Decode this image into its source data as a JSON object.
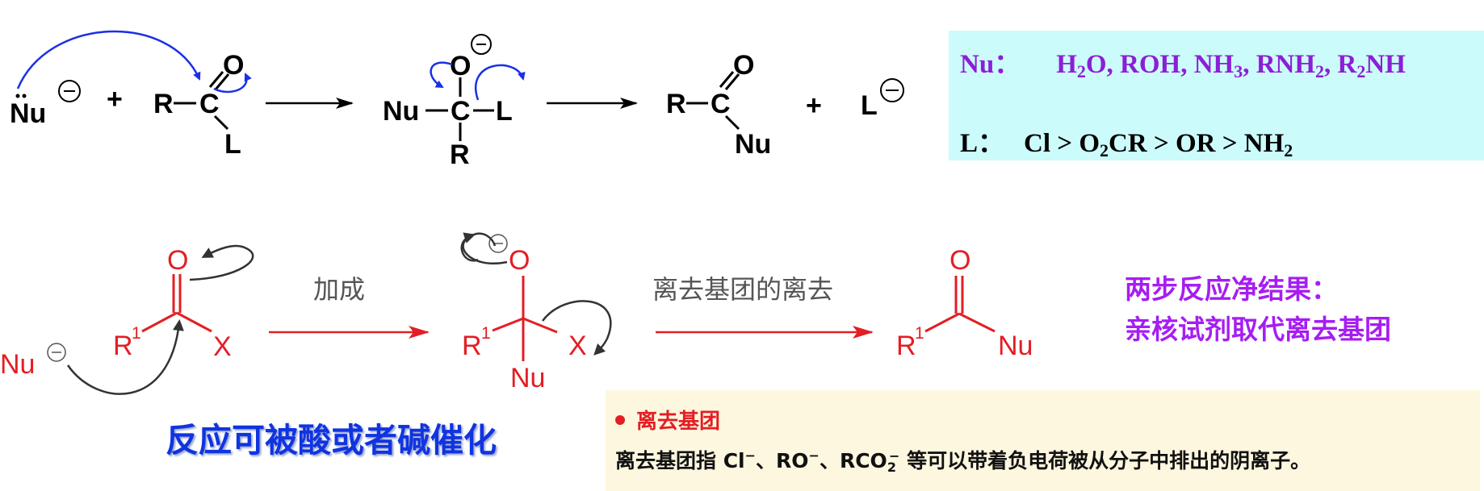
{
  "top_scheme": {
    "nu_reactant": "Nu",
    "plus_1": "+",
    "acyl_R": "R",
    "acyl_C": "C",
    "acyl_O": "O",
    "acyl_L": "L",
    "int_Nu": "Nu",
    "int_C": "C",
    "int_O": "O",
    "int_L": "L",
    "int_R": "R",
    "prod_R": "R",
    "prod_C": "C",
    "prod_O": "O",
    "prod_Nu": "Nu",
    "plus_2": "+",
    "leaving": "L",
    "arrow_color": "#1a2fe6"
  },
  "nu_box": {
    "nu_label": "Nu：",
    "nu_list_html": "H<sub>2</sub>O, ROH, NH<sub>3</sub>, RNH<sub>2</sub>, R<sub>2</sub>NH",
    "l_label": "L：",
    "l_order_html": "Cl &gt; O<sub>2</sub>CR &gt; OR &gt; NH<sub>2</sub>",
    "background": "#ccfbfb",
    "nu_color": "#8b1fd6"
  },
  "bottom_scheme": {
    "nu": "Nu",
    "r1": "R",
    "r1_sup": "1",
    "O": "O",
    "X": "X",
    "step1_label": "加成",
    "step2_label": "离去基团的离去",
    "int_O": "O",
    "int_r1": "R",
    "int_r1_sup": "1",
    "int_X": "X",
    "int_Nu": "Nu",
    "prod_O": "O",
    "prod_r1": "R",
    "prod_r1_sup": "1",
    "prod_Nu": "Nu",
    "red_color": "#e31e24"
  },
  "result": {
    "line1": "两步反应净结果：",
    "line2": "亲核试剂取代离去基团"
  },
  "catalysis_note": "反应可被酸或者碱催化",
  "leaving_group_box": {
    "title": "离去基团",
    "text_html": "离去基团指 Cl<sup style=\"font-size:16px\">−</sup>、RO<sup style=\"font-size:16px\">−</sup>、RCO<sub style=\"font-size:16px;vertical-align:-5px\">2</sub><sup style=\"font-size:16px;margin-left:-9px\">−</sup> 等可以带着负电荷被从分子中排出的阴离子。"
  }
}
